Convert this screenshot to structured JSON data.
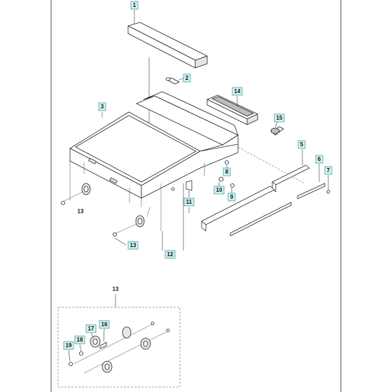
{
  "diagram": {
    "callouts": [
      {
        "id": "c1",
        "label": "1"
      },
      {
        "id": "c2",
        "label": "2"
      },
      {
        "id": "c3",
        "label": "3"
      },
      {
        "id": "c14",
        "label": "14"
      },
      {
        "id": "c15",
        "label": "15"
      },
      {
        "id": "c5",
        "label": "5"
      },
      {
        "id": "c6",
        "label": "6"
      },
      {
        "id": "c7",
        "label": "7"
      },
      {
        "id": "c8",
        "label": "8"
      },
      {
        "id": "c10",
        "label": "10"
      },
      {
        "id": "c9",
        "label": "9"
      },
      {
        "id": "c11",
        "label": "11"
      },
      {
        "id": "c12",
        "label": "12"
      },
      {
        "id": "c13b",
        "label": "13"
      },
      {
        "id": "c17",
        "label": "17"
      },
      {
        "id": "c16",
        "label": "16"
      },
      {
        "id": "c19",
        "label": "19"
      },
      {
        "id": "c18",
        "label": "18"
      }
    ],
    "assembly_labels": {
      "left": "13",
      "detail_title": "13"
    }
  }
}
